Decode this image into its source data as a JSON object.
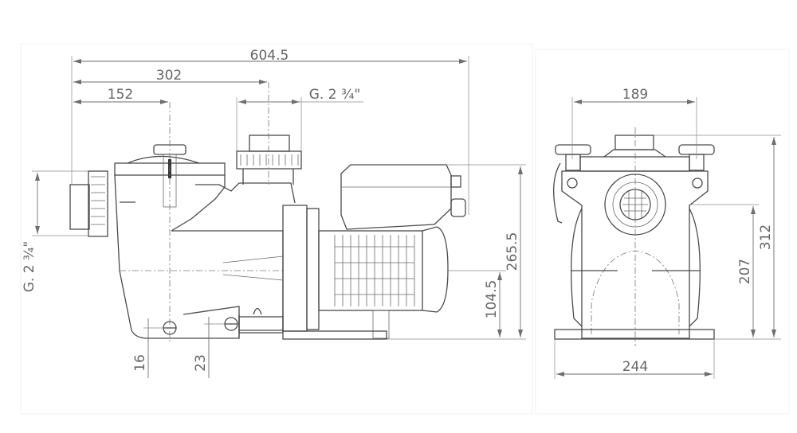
{
  "side_view": {
    "dimensions": {
      "overall_length": "604.5",
      "to_outlet_axis": "302",
      "to_prefilter_axis": "152",
      "outlet_thread": "G. 2 ¾\"",
      "inlet_thread": "G. 2 ¾\"",
      "overall_height": "265.5",
      "shaft_height": "104.5",
      "drain_height_1": "16",
      "drain_height_2": "23"
    }
  },
  "front_view": {
    "dimensions": {
      "lid_bolt_spacing": "189",
      "overall_height": "312",
      "inlet_axis_height": "207",
      "base_width": "244"
    }
  }
}
